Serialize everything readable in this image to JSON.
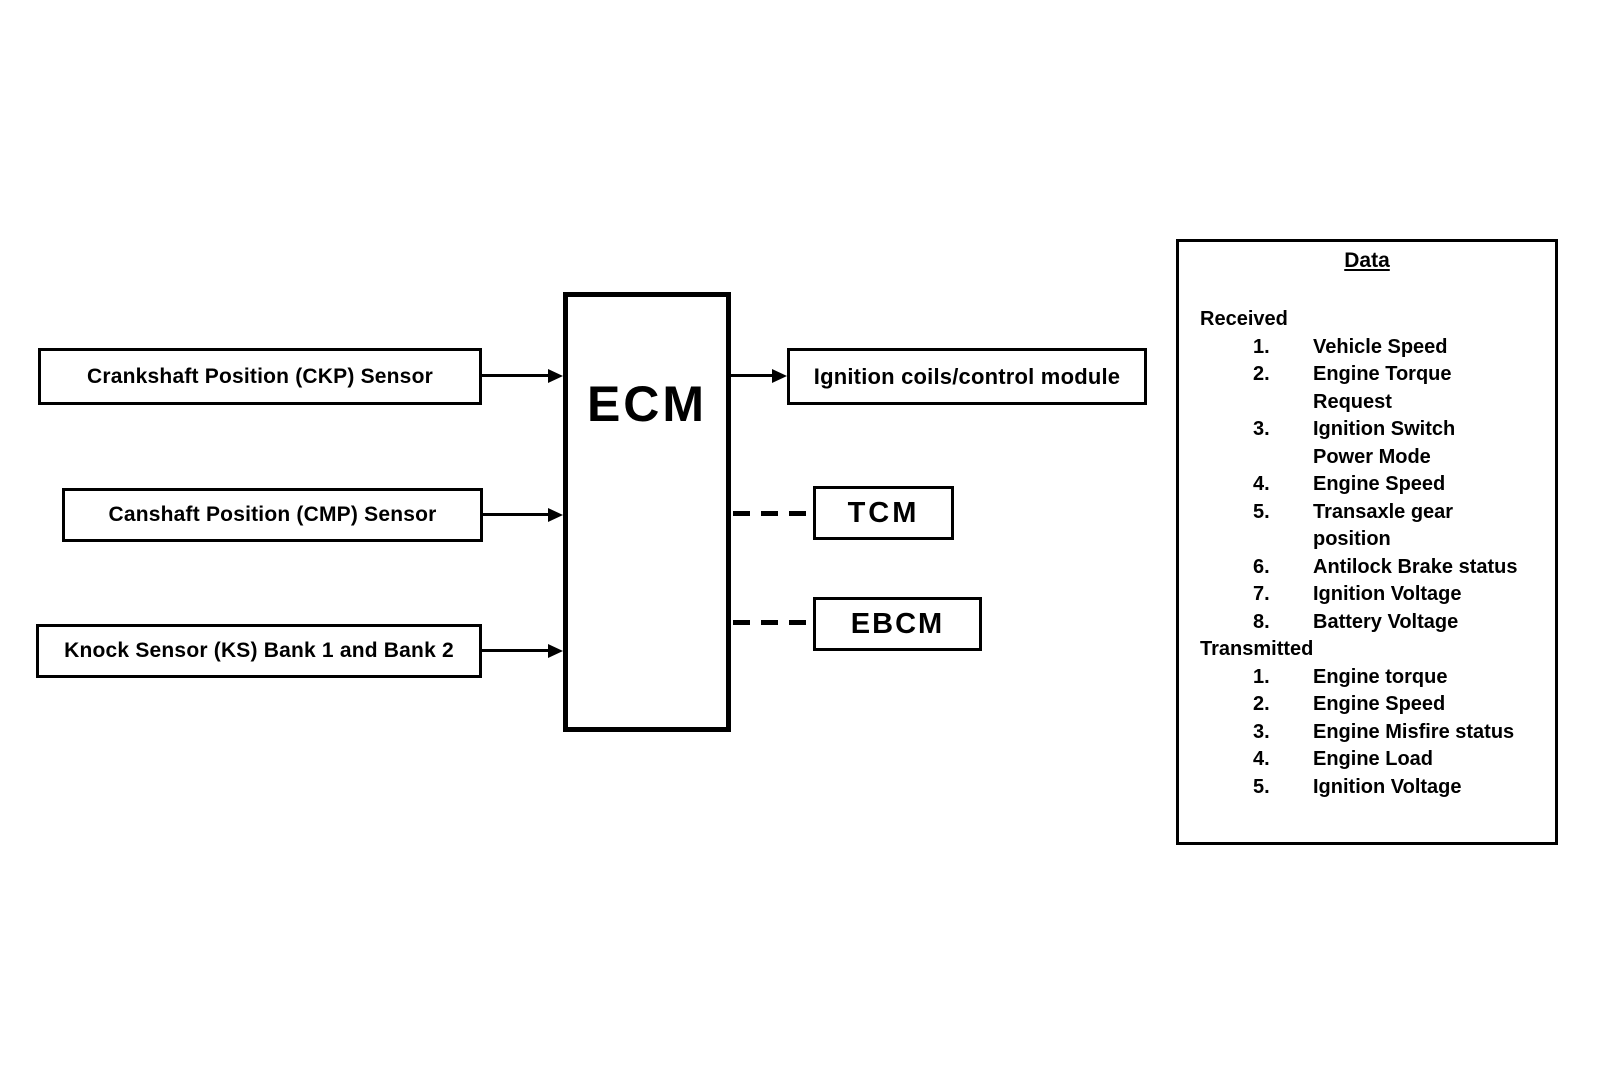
{
  "diagram": {
    "colors": {
      "line": "#000000",
      "background": "#ffffff"
    },
    "nodes": {
      "ckp": {
        "label": "Crankshaft Position (CKP) Sensor"
      },
      "cmp": {
        "label": "Canshaft Position (CMP) Sensor"
      },
      "ks": {
        "label": "Knock Sensor (KS) Bank 1 and Bank 2"
      },
      "ecm": {
        "label": "ECM"
      },
      "ignition": {
        "label": "Ignition coils/control module"
      },
      "tcm": {
        "label": "TCM"
      },
      "ebcm": {
        "label": "EBCM"
      }
    },
    "edges": [
      {
        "from": "ckp",
        "to": "ecm",
        "style": "solid-arrow"
      },
      {
        "from": "cmp",
        "to": "ecm",
        "style": "solid-arrow"
      },
      {
        "from": "ks",
        "to": "ecm",
        "style": "solid-arrow"
      },
      {
        "from": "ecm",
        "to": "ignition",
        "style": "solid-arrow"
      },
      {
        "from": "ecm",
        "to": "tcm",
        "style": "dashed"
      },
      {
        "from": "ecm",
        "to": "ebcm",
        "style": "dashed"
      }
    ]
  },
  "data_panel": {
    "title": "Data",
    "sections": [
      {
        "label": "Received",
        "items": [
          {
            "num": "1.",
            "lines": [
              "Vehicle Speed"
            ]
          },
          {
            "num": "2.",
            "lines": [
              "Engine Torque",
              "Request"
            ]
          },
          {
            "num": "3.",
            "lines": [
              "Ignition Switch",
              "Power Mode"
            ]
          },
          {
            "num": "4.",
            "lines": [
              "Engine Speed"
            ]
          },
          {
            "num": "5.",
            "lines": [
              "Transaxle gear",
              "position"
            ]
          },
          {
            "num": "6.",
            "lines": [
              "Antilock Brake status"
            ]
          },
          {
            "num": "7.",
            "lines": [
              "Ignition Voltage"
            ]
          },
          {
            "num": "8.",
            "lines": [
              "Battery Voltage"
            ]
          }
        ]
      },
      {
        "label": "Transmitted",
        "items": [
          {
            "num": "1.",
            "lines": [
              "Engine torque"
            ]
          },
          {
            "num": "2.",
            "lines": [
              "Engine Speed"
            ]
          },
          {
            "num": "3.",
            "lines": [
              "Engine Misfire status"
            ]
          },
          {
            "num": "4.",
            "lines": [
              "Engine Load"
            ]
          },
          {
            "num": "5.",
            "lines": [
              "Ignition Voltage"
            ]
          }
        ]
      }
    ]
  }
}
